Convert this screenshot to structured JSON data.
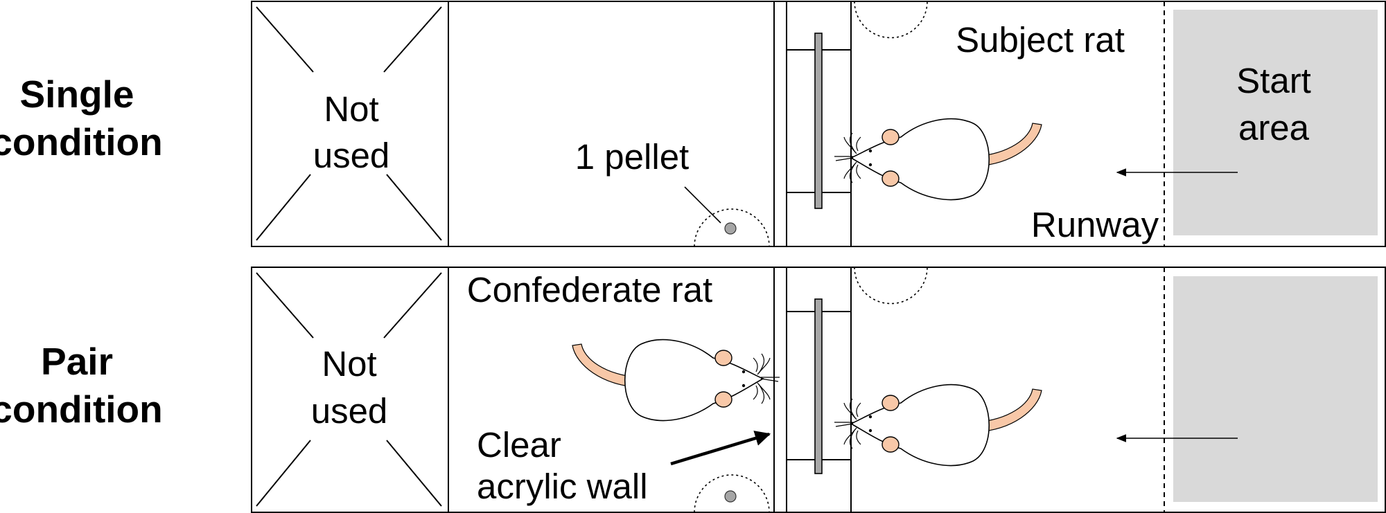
{
  "rows": {
    "single": {
      "label_line1": "Single",
      "label_line2": "condition"
    },
    "pair": {
      "label_line1": "Pair",
      "label_line2": "condition"
    }
  },
  "labels": {
    "not_used_line1": "Not",
    "not_used_line2": "used",
    "pellet": "1 pellet",
    "subject_rat": "Subject rat",
    "start_area_line1": "Start",
    "start_area_line2": "area",
    "runway": "Runway",
    "confederate_rat": "Confederate rat",
    "clear_wall_line1": "Clear",
    "clear_wall_line2": "acrylic wall"
  },
  "colors": {
    "start_area": "#d9d9d9",
    "rat_ear_tail": "#f8c8a8",
    "slider": "#a8a8a8",
    "pellet": "#a6a6a6"
  }
}
